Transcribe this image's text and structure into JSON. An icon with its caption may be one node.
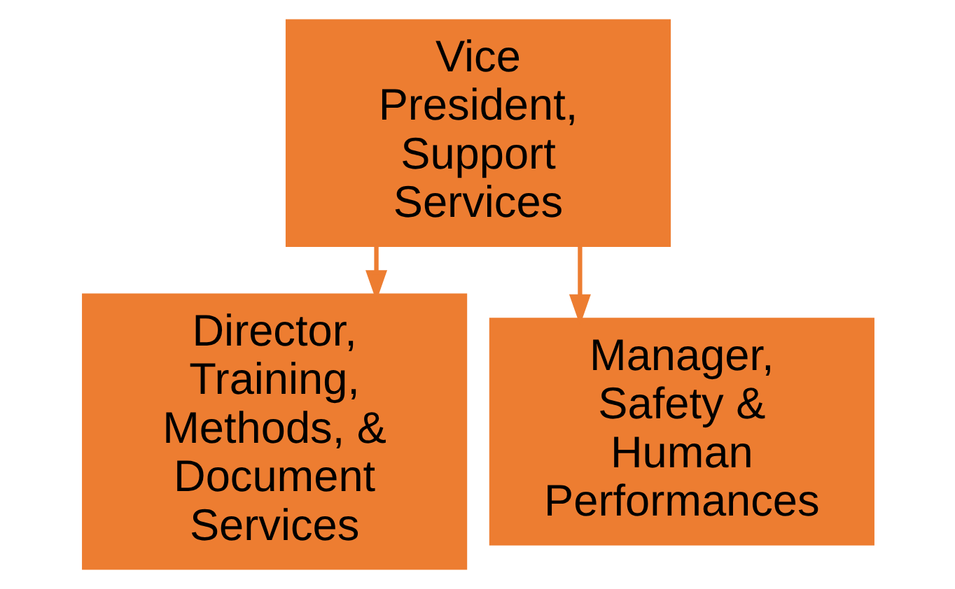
{
  "diagram": {
    "nodes": [
      {
        "text": [
          "Vice President, Support Services"
        ]
      },
      {
        "text": [
          "Director, Training, Methods, & Document Services"
        ]
      },
      {
        "text": [
          "Manager, Safety & Human Performances"
        ]
      }
    ],
    "edges": [
      {
        "from": 0,
        "to": 1,
        "arrow": "to"
      },
      {
        "from": 0,
        "to": 2,
        "arrow": "to"
      }
    ]
  }
}
